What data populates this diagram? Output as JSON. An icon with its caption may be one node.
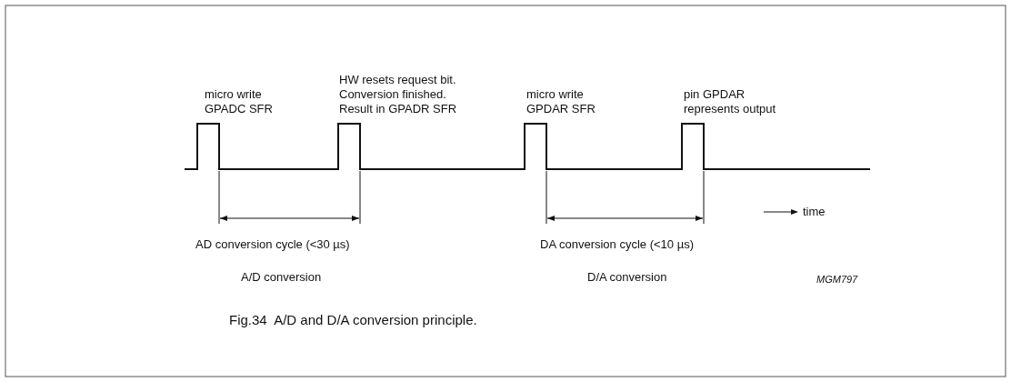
{
  "diagram": {
    "caption": "Fig.34  A/D and D/A conversion principle.",
    "labels": [
      "micro write GPADC SFR",
      "HW resets request bit. Conversion finished. Result in GPADR SFR",
      "micro write GPDAR SFR",
      "pin GPDAR represents output",
      "time",
      "AD conversion cycle (<30 µs)",
      "DA conversion cycle (<10 µs)",
      "A/D conversion",
      "D/A conversion",
      "MGM797"
    ]
  }
}
